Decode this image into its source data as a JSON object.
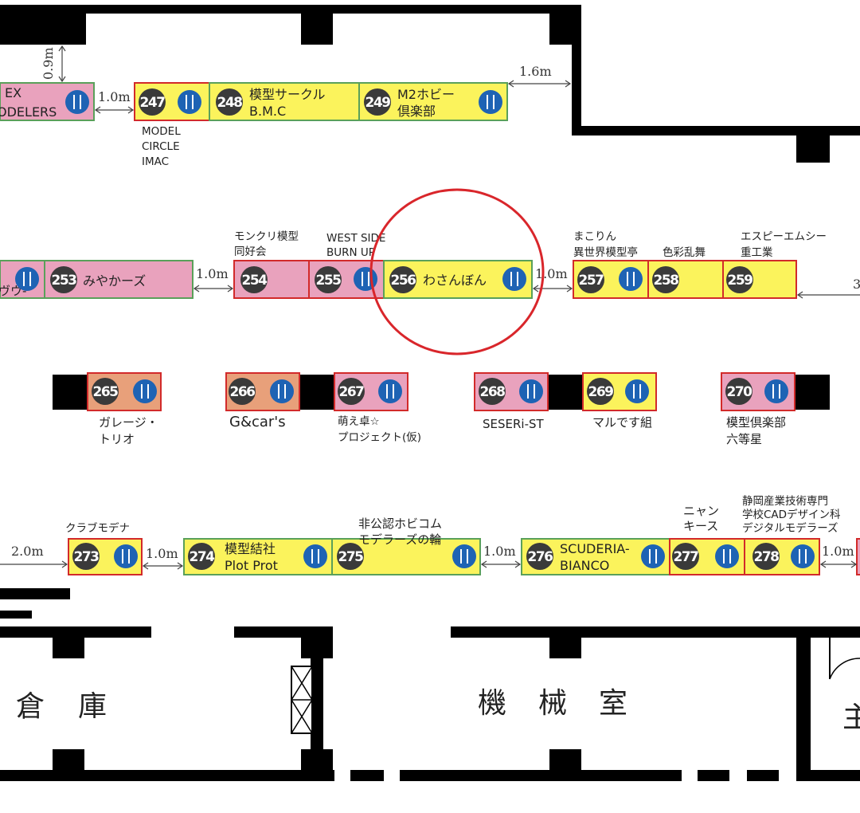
{
  "booths": {
    "b247": {
      "num": "247",
      "label": [
        "MODEL",
        "CIRCLE",
        "IMAC"
      ]
    },
    "b248": {
      "num": "248",
      "label": [
        "模型サークル",
        "B.M.C"
      ]
    },
    "b249": {
      "num": "249",
      "label": [
        "M2ホビー",
        "倶楽部"
      ]
    },
    "bex": {
      "label": [
        "EX",
        "ODELERS"
      ]
    },
    "b253": {
      "num": "253",
      "label": [
        "みやかーズ"
      ],
      "left_partial": "ヴウ-"
    },
    "b254": {
      "num": "254",
      "label": [
        "モンクリ模型",
        "同好会"
      ]
    },
    "b255": {
      "num": "255",
      "label": [
        "WEST SIDE",
        "BURN UP"
      ]
    },
    "b256": {
      "num": "256",
      "label": [
        "わさんぼん"
      ]
    },
    "b257": {
      "num": "257",
      "label": [
        "まこりん",
        "異世界模型亭"
      ]
    },
    "b258": {
      "num": "258",
      "label": [
        "色彩乱舞"
      ]
    },
    "b259": {
      "num": "259",
      "label": [
        "エスピーエムシー",
        "重工業"
      ]
    },
    "b265": {
      "num": "265",
      "label": [
        "ガレージ・",
        "トリオ"
      ]
    },
    "b266": {
      "num": "266",
      "label": [
        "G&car's"
      ]
    },
    "b267": {
      "num": "267",
      "label": [
        "萌え卓☆",
        "プロジェクト(仮)"
      ]
    },
    "b268": {
      "num": "268",
      "label": [
        "SESERi-ST"
      ]
    },
    "b269": {
      "num": "269",
      "label": [
        "マルです組"
      ]
    },
    "b270": {
      "num": "270",
      "label": [
        "模型倶楽部",
        "六等星"
      ]
    },
    "b273": {
      "num": "273",
      "label": [
        "クラブモデナ"
      ]
    },
    "b274": {
      "num": "274",
      "label": [
        "模型結社",
        "Plot Prot"
      ]
    },
    "b275": {
      "num": "275",
      "label": [
        "非公認ホビコム",
        "モデラーズの輪"
      ]
    },
    "b276": {
      "num": "276",
      "label": [
        "SCUDERIA-",
        "BIANCO"
      ]
    },
    "b277": {
      "num": "277",
      "label": [
        "ニャン",
        "キース"
      ]
    },
    "b278": {
      "num": "278",
      "label": [
        "静岡産業技術専門",
        "学校CADデザイン科",
        "デジタルモデラーズ"
      ]
    }
  },
  "dimensions": {
    "d_0_9": "0.9m",
    "d_1_0": "1.0m",
    "d_1_6": "1.6m",
    "d_2_0": "2.0m",
    "d_3": "3"
  },
  "rooms": {
    "storage": [
      "倉",
      "庫"
    ],
    "machine": [
      "機",
      "械",
      "室"
    ],
    "partial_right": "主"
  },
  "highlight": {
    "target": "256",
    "color": "#d9262b"
  },
  "colors": {
    "booth_yellow": "#fbf35c",
    "booth_pink": "#e9a2bd",
    "booth_orange": "#e8a07a",
    "border_green": "#5aa05a",
    "border_red": "#d22a2a",
    "table_blue": "#1e63b4",
    "number_circle": "#3a3a3a",
    "wall": "#000000"
  }
}
